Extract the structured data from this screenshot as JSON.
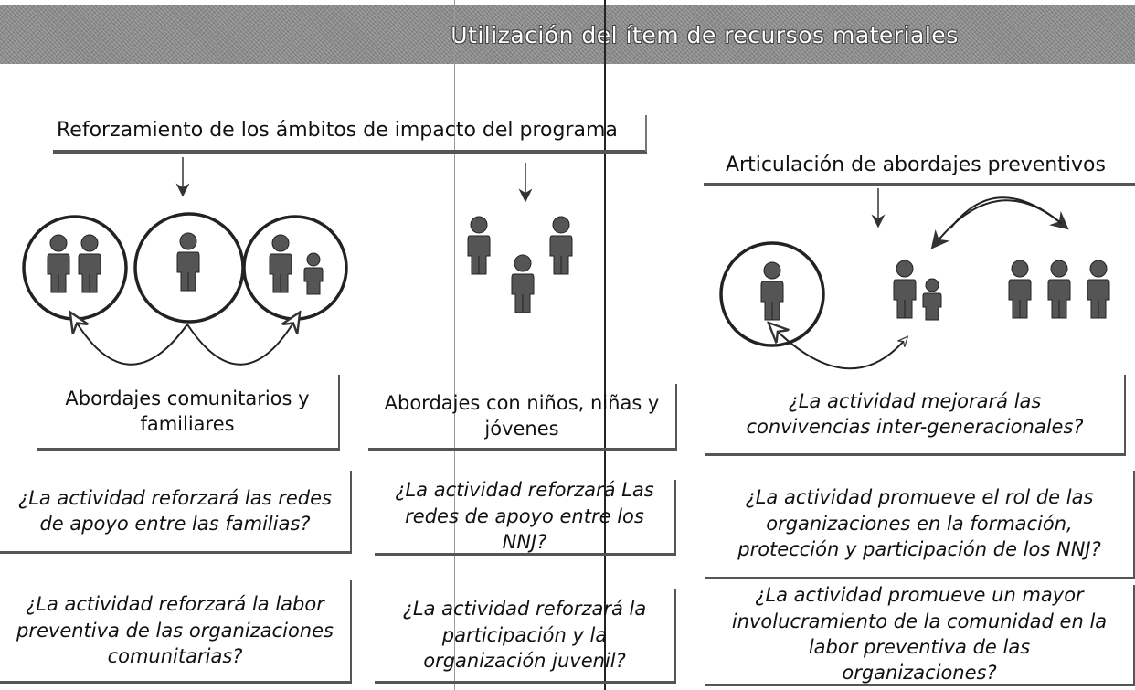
{
  "banner": {
    "title": "Utilización del ítem de recursos materiales"
  },
  "headings": {
    "left": "Reforzamiento de los ámbitos de impacto del programa",
    "right": "Articulación de abordajes preventivos"
  },
  "boxes": {
    "col1_label": "Abordajes comunitarios y familiares",
    "col2_label": "Abordajes con niños, niñas y jóvenes",
    "col3_q1": "¿La actividad mejorará las convivencias inter-generacionales?",
    "col1_q1": "¿La actividad reforzará las redes de apoyo entre las familias?",
    "col2_q1": "¿La actividad reforzará Las redes de apoyo entre los NNJ?",
    "col3_q2": "¿La actividad promueve el rol de las organizaciones en la formación, protección y participación de los NNJ?",
    "col1_q2": "¿La actividad reforzará la labor preventiva de las organizaciones comunitarias?",
    "col2_q2": "¿La actividad reforzará la participación y la organización juvenil?",
    "col3_q3": "¿La actividad promueve un mayor involucramiento de la comunidad en la labor preventiva de las organizaciones?"
  },
  "colors": {
    "line": "#333333",
    "figure": "#4a4a4a",
    "banner": "#8a8a8a"
  }
}
